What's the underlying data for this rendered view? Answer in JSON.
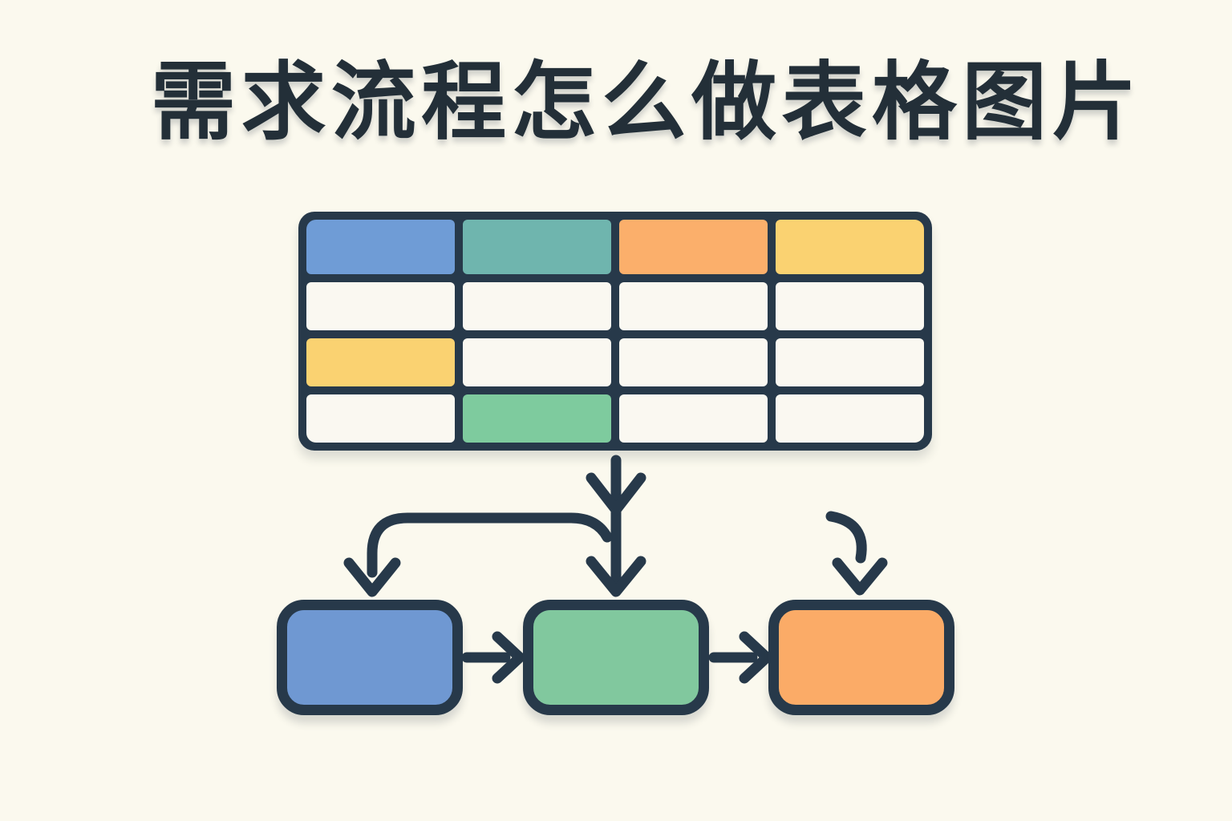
{
  "title": "需求流程怎么做表格图片",
  "colors": {
    "background": "#fbf9ee",
    "ink": "#27394a",
    "title_ink": "#232f38",
    "white": "#faf8f1",
    "header_blue": "#6f9cd6",
    "header_teal": "#6fb5ae",
    "header_orange": "#fbaf6b",
    "header_yellow": "#fad271",
    "yellow": "#fad271",
    "green": "#7ecb9e",
    "flow_blue": "#6f98d2",
    "flow_green": "#81c89e",
    "flow_orange": "#fbab67"
  },
  "table": {
    "columns": 4,
    "rows": [
      [
        "header_blue",
        "header_teal",
        "header_orange",
        "header_yellow"
      ],
      [
        "white",
        "white",
        "white",
        "white"
      ],
      [
        "yellow",
        "white",
        "white",
        "white"
      ],
      [
        "white",
        "green",
        "white",
        "white"
      ]
    ]
  },
  "flow": {
    "nodes": [
      {
        "name": "flow-step-1",
        "color": "flow_blue"
      },
      {
        "name": "flow-step-2",
        "color": "flow_green"
      },
      {
        "name": "flow-step-3",
        "color": "flow_orange"
      }
    ]
  }
}
